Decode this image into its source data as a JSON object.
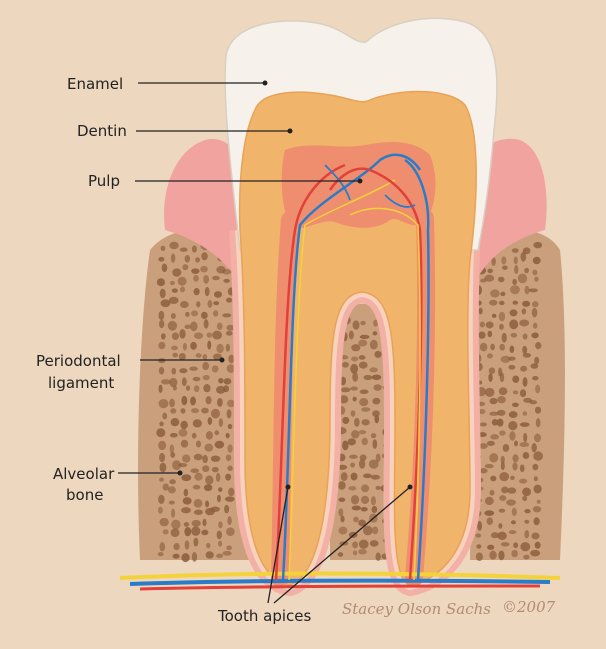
{
  "labels": {
    "enamel": "Enamel",
    "dentin": "Dentin",
    "pulp": "Pulp",
    "periodontal_line1": "Periodontal",
    "periodontal_line2": "ligament",
    "alveolar_line1": "Alveolar",
    "alveolar_line2": "bone",
    "apices": "Tooth apices"
  },
  "signature": "Stacey Olson Sachs",
  "copyright": "©2007",
  "colors": {
    "background": "#eed7bf",
    "enamel": "#f6f1ea",
    "dentin": "#f0b56a",
    "pulp": "#ef8e6e",
    "gum": "#f1a3a0",
    "bone": "#c99670",
    "bone_holes": "#8a5a3a",
    "artery": "#e2403a",
    "vein": "#2a7cc8",
    "nerve": "#f3d23a"
  }
}
